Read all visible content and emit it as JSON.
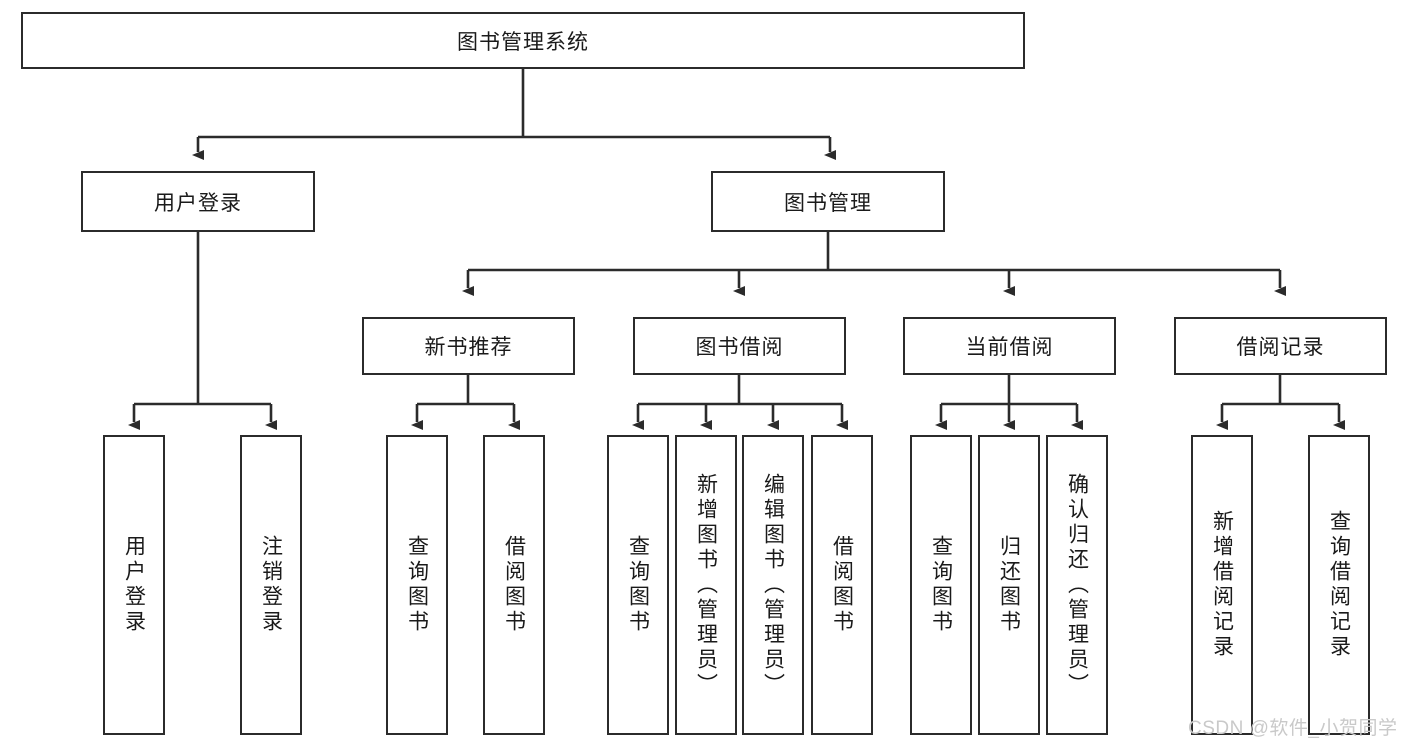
{
  "diagram": {
    "type": "hierarchy-tree",
    "title": "图书管理系统",
    "watermark": "CSDN @软件_小贺同学",
    "colors": {
      "background": "#ffffff",
      "border": "#2b2b2b",
      "text": "#1a1a1a",
      "edge": "#2b2b2b",
      "watermark": "#c9c9c9"
    },
    "root": {
      "label": "图书管理系统"
    },
    "level2": [
      {
        "label": "用户登录"
      },
      {
        "label": "图书管理"
      }
    ],
    "level3": [
      {
        "label": "新书推荐"
      },
      {
        "label": "图书借阅"
      },
      {
        "label": "当前借阅"
      },
      {
        "label": "借阅记录"
      }
    ],
    "leaves": {
      "user_login": [
        {
          "label": "用户登录"
        },
        {
          "label": "注销登录"
        }
      ],
      "new_book_recommend": [
        {
          "label": "查询图书"
        },
        {
          "label": "借阅图书"
        }
      ],
      "book_borrow": [
        {
          "label": "查询图书"
        },
        {
          "label": "新增图书（管理员）"
        },
        {
          "label": "编辑图书（管理员）"
        },
        {
          "label": "借阅图书"
        }
      ],
      "current_borrow": [
        {
          "label": "查询图书"
        },
        {
          "label": "归还图书"
        },
        {
          "label": "确认归还（管理员）"
        }
      ],
      "borrow_record": [
        {
          "label": "新增借阅记录"
        },
        {
          "label": "查询借阅记录"
        }
      ]
    }
  }
}
